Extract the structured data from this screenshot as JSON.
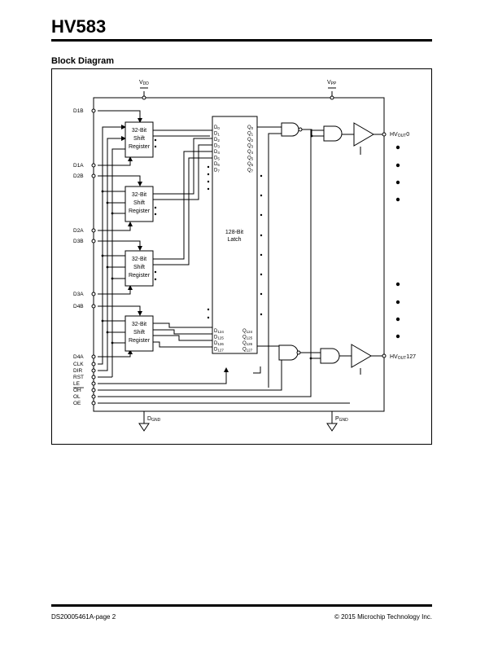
{
  "header": {
    "title": "HV583"
  },
  "section": {
    "title": "Block Diagram"
  },
  "diagram": {
    "supply": {
      "vdd": "V",
      "vdd_sub": "DD",
      "vpp": "V",
      "vpp_sub": "PP",
      "dgnd": "D",
      "dgnd_sub": "GND",
      "pgnd": "P",
      "pgnd_sub": "GND"
    },
    "left_pins": [
      "D1B",
      "D1A",
      "D2B",
      "D2A",
      "D3B",
      "D3A",
      "D4B",
      "D4A",
      "CLK",
      "DIR",
      "RST",
      "LE",
      "OH",
      "OL",
      "OE"
    ],
    "shift_register": {
      "line1": "32-Bit",
      "line2": "Shift",
      "line3": "Register"
    },
    "latch": {
      "line1": "128-Bit",
      "line2": "Latch"
    },
    "latch_inputs_top": [
      {
        "main": "D",
        "sub": "0"
      },
      {
        "main": "D",
        "sub": "1"
      },
      {
        "main": "D",
        "sub": "2"
      },
      {
        "main": "D",
        "sub": "3"
      },
      {
        "main": "D",
        "sub": "4"
      },
      {
        "main": "D",
        "sub": "5"
      },
      {
        "main": "D",
        "sub": "6"
      },
      {
        "main": "D",
        "sub": "7"
      }
    ],
    "latch_outputs_top": [
      {
        "main": "Q",
        "sub": "0"
      },
      {
        "main": "Q",
        "sub": "1"
      },
      {
        "main": "Q",
        "sub": "2"
      },
      {
        "main": "Q",
        "sub": "3"
      },
      {
        "main": "Q",
        "sub": "4"
      },
      {
        "main": "Q",
        "sub": "5"
      },
      {
        "main": "Q",
        "sub": "6"
      },
      {
        "main": "Q",
        "sub": "7"
      }
    ],
    "latch_inputs_bottom": [
      {
        "main": "D",
        "sub": "124"
      },
      {
        "main": "D",
        "sub": "125"
      },
      {
        "main": "D",
        "sub": "126"
      },
      {
        "main": "D",
        "sub": "127"
      }
    ],
    "latch_outputs_bottom": [
      {
        "main": "Q",
        "sub": "124"
      },
      {
        "main": "Q",
        "sub": "125"
      },
      {
        "main": "Q",
        "sub": "126"
      },
      {
        "main": "Q",
        "sub": "127"
      }
    ],
    "outputs": [
      {
        "main": "HV",
        "sub": "OUT",
        "suffix": "0"
      },
      {
        "main": "HV",
        "sub": "OUT",
        "suffix": "127"
      }
    ]
  },
  "footer": {
    "left": "DS20005461A-page 2",
    "right": "© 2015 Microchip Technology Inc."
  }
}
